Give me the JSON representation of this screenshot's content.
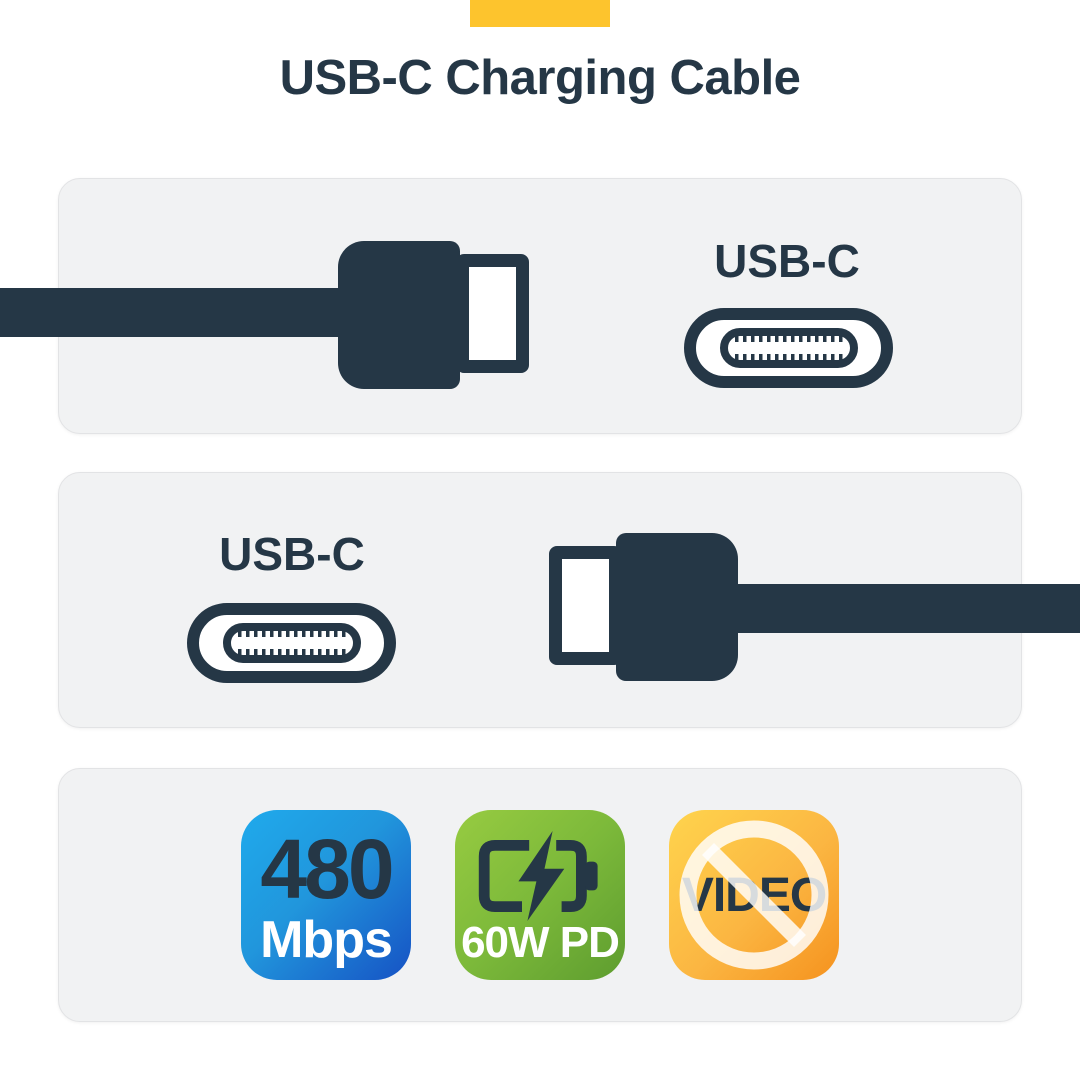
{
  "brand_tab": {
    "color": "#FDC42D"
  },
  "title": "USB-C Charging Cable",
  "colors": {
    "navy": "#253746",
    "panel_background": "#F1F2F3",
    "page_background": "#FFFFFF"
  },
  "panels": {
    "top": {
      "port_label": "USB-C",
      "illustration": "usb-c-plug-entering-from-left"
    },
    "middle": {
      "port_label": "USB-C",
      "illustration": "usb-c-plug-entering-from-right"
    },
    "features": {
      "badges": [
        {
          "name": "data-speed",
          "value": "480",
          "unit": "Mbps",
          "icon": "none",
          "color_top": "#1FAAEC",
          "color_bottom": "#1652C4"
        },
        {
          "name": "power-delivery",
          "label": "60W PD",
          "icon": "battery-charging-icon",
          "color_top": "#97CB41",
          "color_bottom": "#5E9D2F"
        },
        {
          "name": "no-video",
          "label": "VIDEO",
          "icon": "no-symbol-icon",
          "negated": true,
          "color_top": "#FFD44D",
          "color_bottom": "#F5921E"
        }
      ]
    }
  }
}
